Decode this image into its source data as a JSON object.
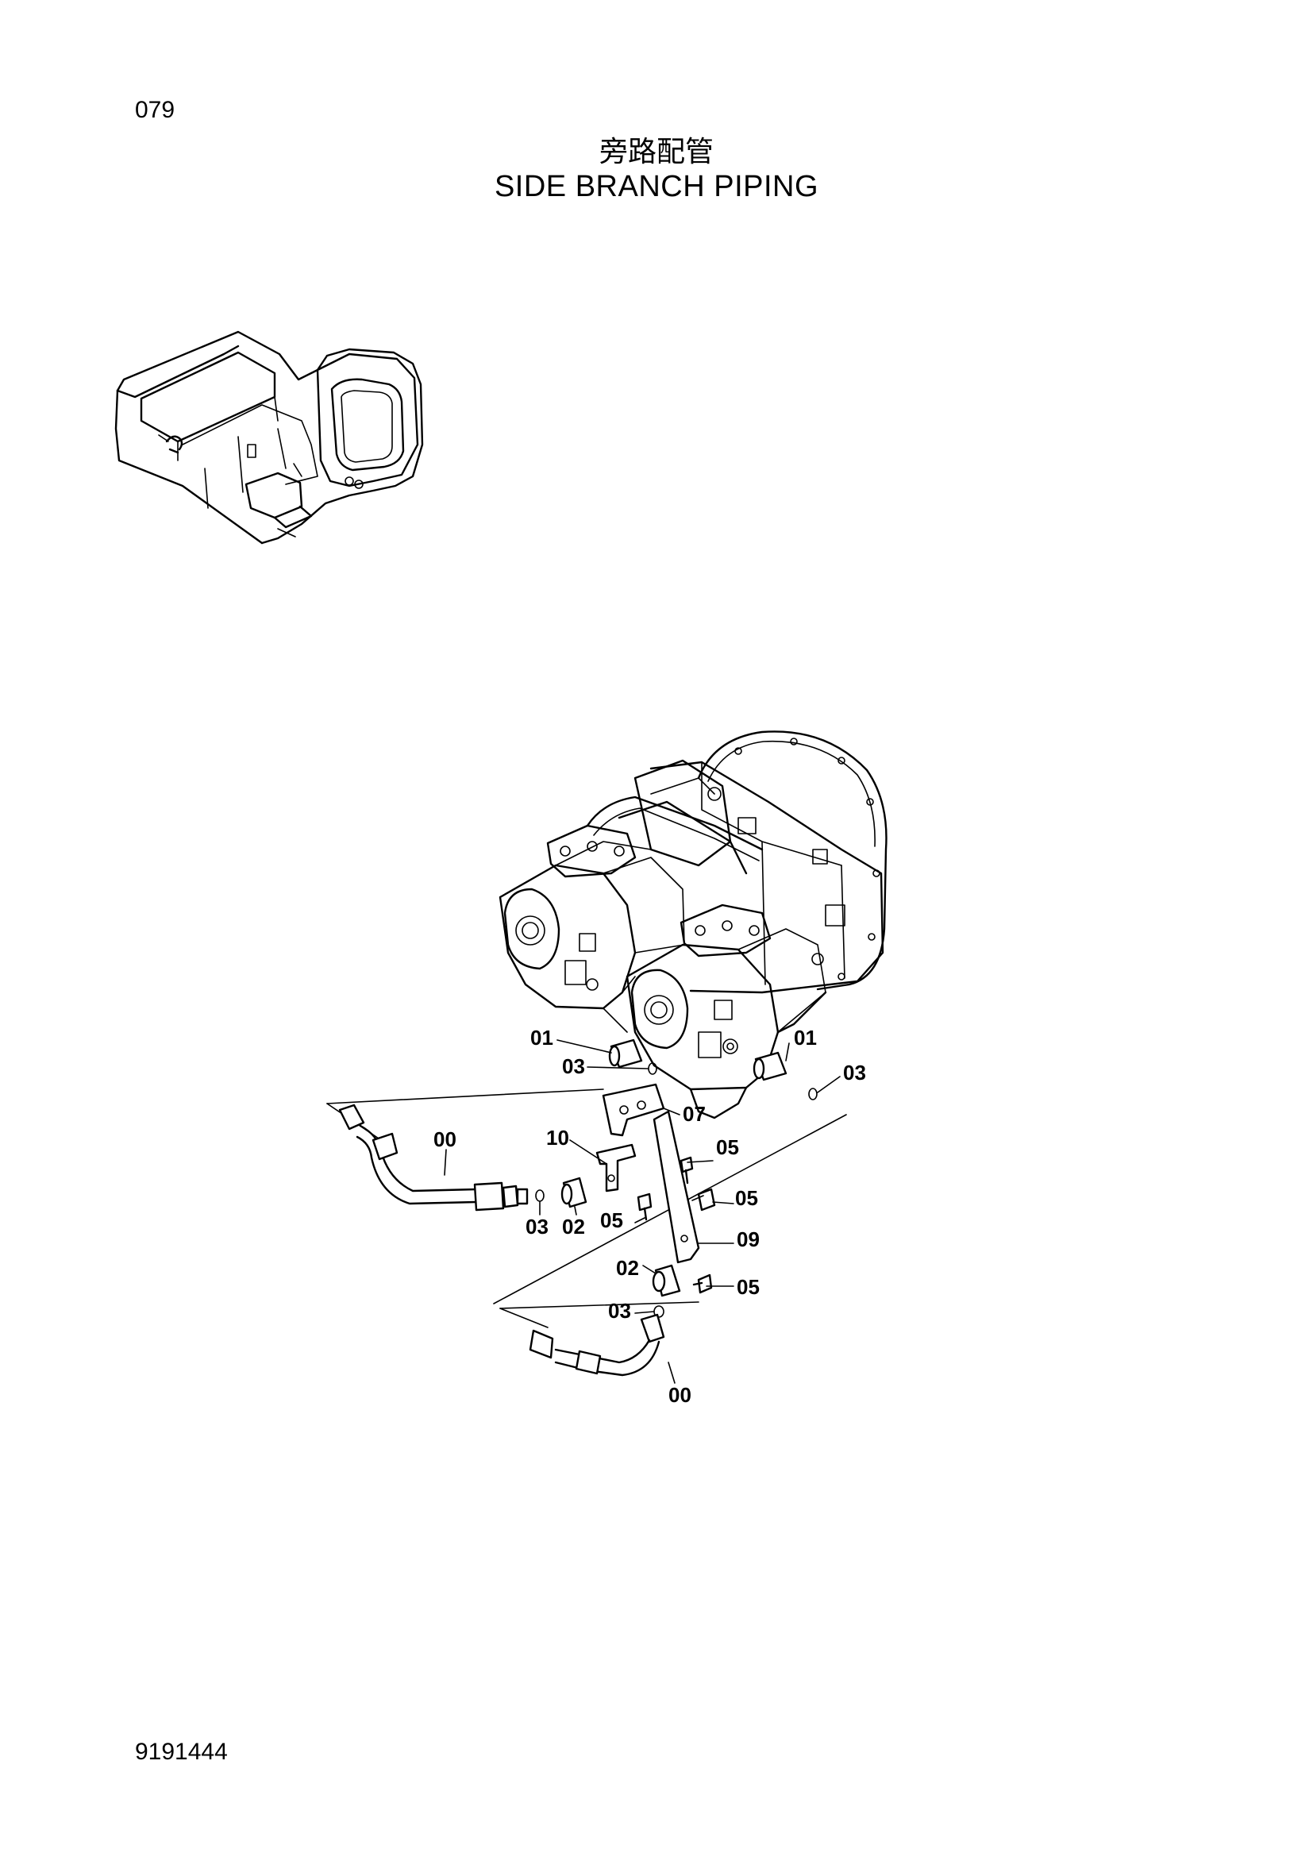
{
  "page": {
    "number": "079",
    "title_cn": "旁路配管",
    "title_en": "SIDE BRANCH PIPING",
    "doc_number": "9191444"
  },
  "callouts": {
    "c01a": "01",
    "c01b": "01",
    "c03a": "03",
    "c03b": "03",
    "c03c": "03",
    "c03d": "03",
    "c07": "07",
    "c10": "10",
    "c00a": "00",
    "c00b": "00",
    "c05a": "05",
    "c05b": "05",
    "c05c": "05",
    "c05d": "05",
    "c02a": "02",
    "c02b": "02",
    "c09": "09"
  }
}
